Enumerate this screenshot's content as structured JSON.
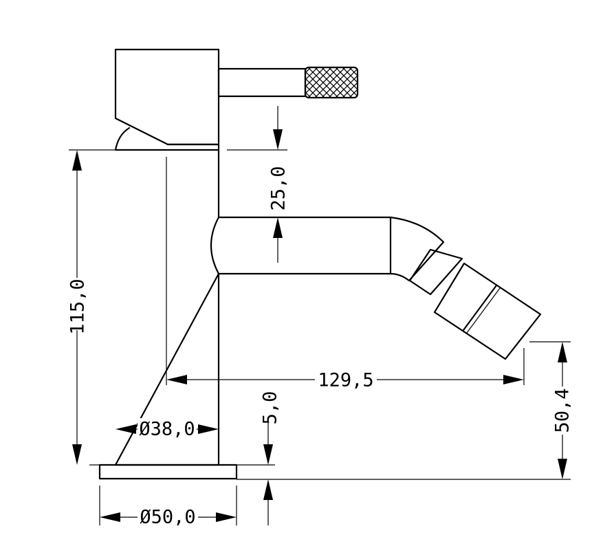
{
  "dimensions": {
    "lever_clearance": "25,0",
    "body_height": "115,0",
    "spout_reach": "129,5",
    "outlet_height": "50,4",
    "base_thickness": "5,0",
    "body_diameter": "Ø38,0",
    "base_diameter": "Ø50,0"
  },
  "colors": {
    "line": "#000000",
    "background": "#ffffff"
  }
}
